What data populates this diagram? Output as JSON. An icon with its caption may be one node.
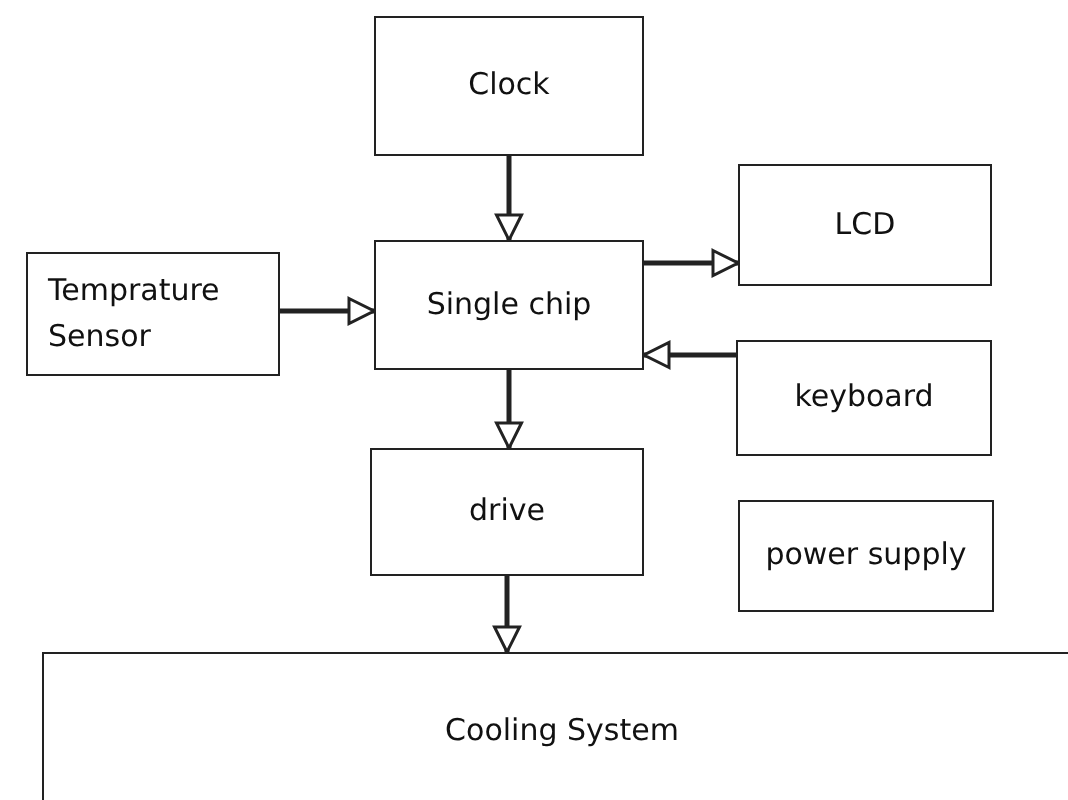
{
  "diagram": {
    "nodes": [
      {
        "text": [
          "Clock"
        ]
      },
      {
        "text": [
          "Temprature Sensor"
        ]
      },
      {
        "text": [
          "Single chip"
        ]
      },
      {
        "text": [
          "LCD"
        ]
      },
      {
        "text": [
          "keyboard"
        ]
      },
      {
        "text": [
          "drive"
        ]
      },
      {
        "text": [
          "power supply"
        ]
      },
      {
        "text": [
          "Cooling System"
        ]
      }
    ],
    "edges": [
      {
        "from": 0,
        "to": 2,
        "arrow": "to"
      },
      {
        "from": 1,
        "to": 2,
        "arrow": "to"
      },
      {
        "from": 2,
        "to": 3,
        "arrow": "to"
      },
      {
        "from": 4,
        "to": 2,
        "arrow": "to"
      },
      {
        "from": 2,
        "to": 5,
        "arrow": "to"
      },
      {
        "from": 5,
        "to": 7,
        "arrow": "to"
      }
    ]
  }
}
